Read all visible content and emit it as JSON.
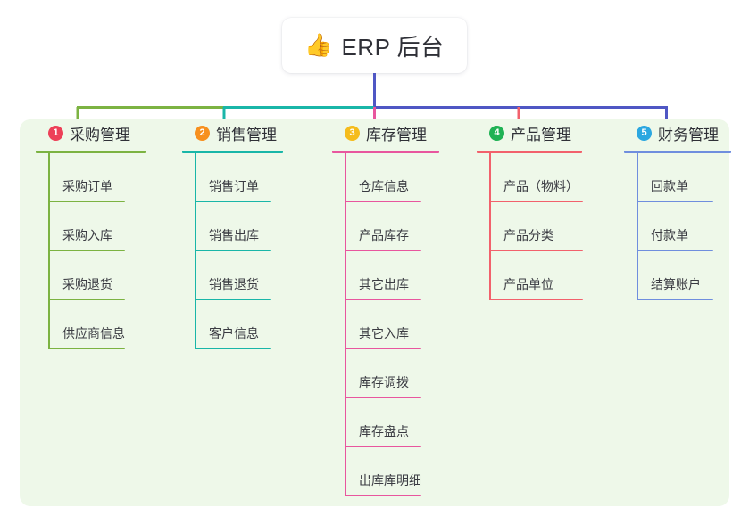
{
  "root": {
    "icon": "thumbs-up-icon",
    "icon_glyph": "👍",
    "title": "ERP 后台"
  },
  "colors": {
    "panel_bg": "#eef8e9",
    "page_bg": "#ffffff",
    "text": "#2f3037",
    "root_stem": "#4f57c4"
  },
  "connector_segments": [
    {
      "name": "branch-bar-green",
      "color": "#7cb342"
    },
    {
      "name": "branch-bar-teal",
      "color": "#19b6a8"
    },
    {
      "name": "branch-bar-blue",
      "color": "#4f57c4"
    }
  ],
  "columns": [
    {
      "index": "1",
      "title": "采购管理",
      "badge_color": "#ed4058",
      "line_color": "#7cb342",
      "items": [
        {
          "label": "采购订单"
        },
        {
          "label": "采购入库"
        },
        {
          "label": "采购退货"
        },
        {
          "label": "供应商信息"
        }
      ]
    },
    {
      "index": "2",
      "title": "销售管理",
      "badge_color": "#f7901e",
      "line_color": "#19b6a8",
      "items": [
        {
          "label": "销售订单"
        },
        {
          "label": "销售出库"
        },
        {
          "label": "销售退货"
        },
        {
          "label": "客户信息"
        }
      ]
    },
    {
      "index": "3",
      "title": "库存管理",
      "badge_color": "#f5bc1c",
      "line_color": "#e8569e",
      "items": [
        {
          "label": "仓库信息"
        },
        {
          "label": "产品库存"
        },
        {
          "label": "其它出库"
        },
        {
          "label": "其它入库"
        },
        {
          "label": "库存调拨"
        },
        {
          "label": "库存盘点"
        },
        {
          "label": "出库库明细"
        }
      ]
    },
    {
      "index": "4",
      "title": "产品管理",
      "badge_color": "#1fb254",
      "line_color": "#f2616c",
      "items": [
        {
          "label": "产品（物料）"
        },
        {
          "label": "产品分类"
        },
        {
          "label": "产品单位"
        }
      ]
    },
    {
      "index": "5",
      "title": "财务管理",
      "badge_color": "#2ba7e0",
      "line_color": "#6f8ede",
      "items": [
        {
          "label": "回款单"
        },
        {
          "label": "付款单"
        },
        {
          "label": "结算账户"
        }
      ]
    }
  ]
}
